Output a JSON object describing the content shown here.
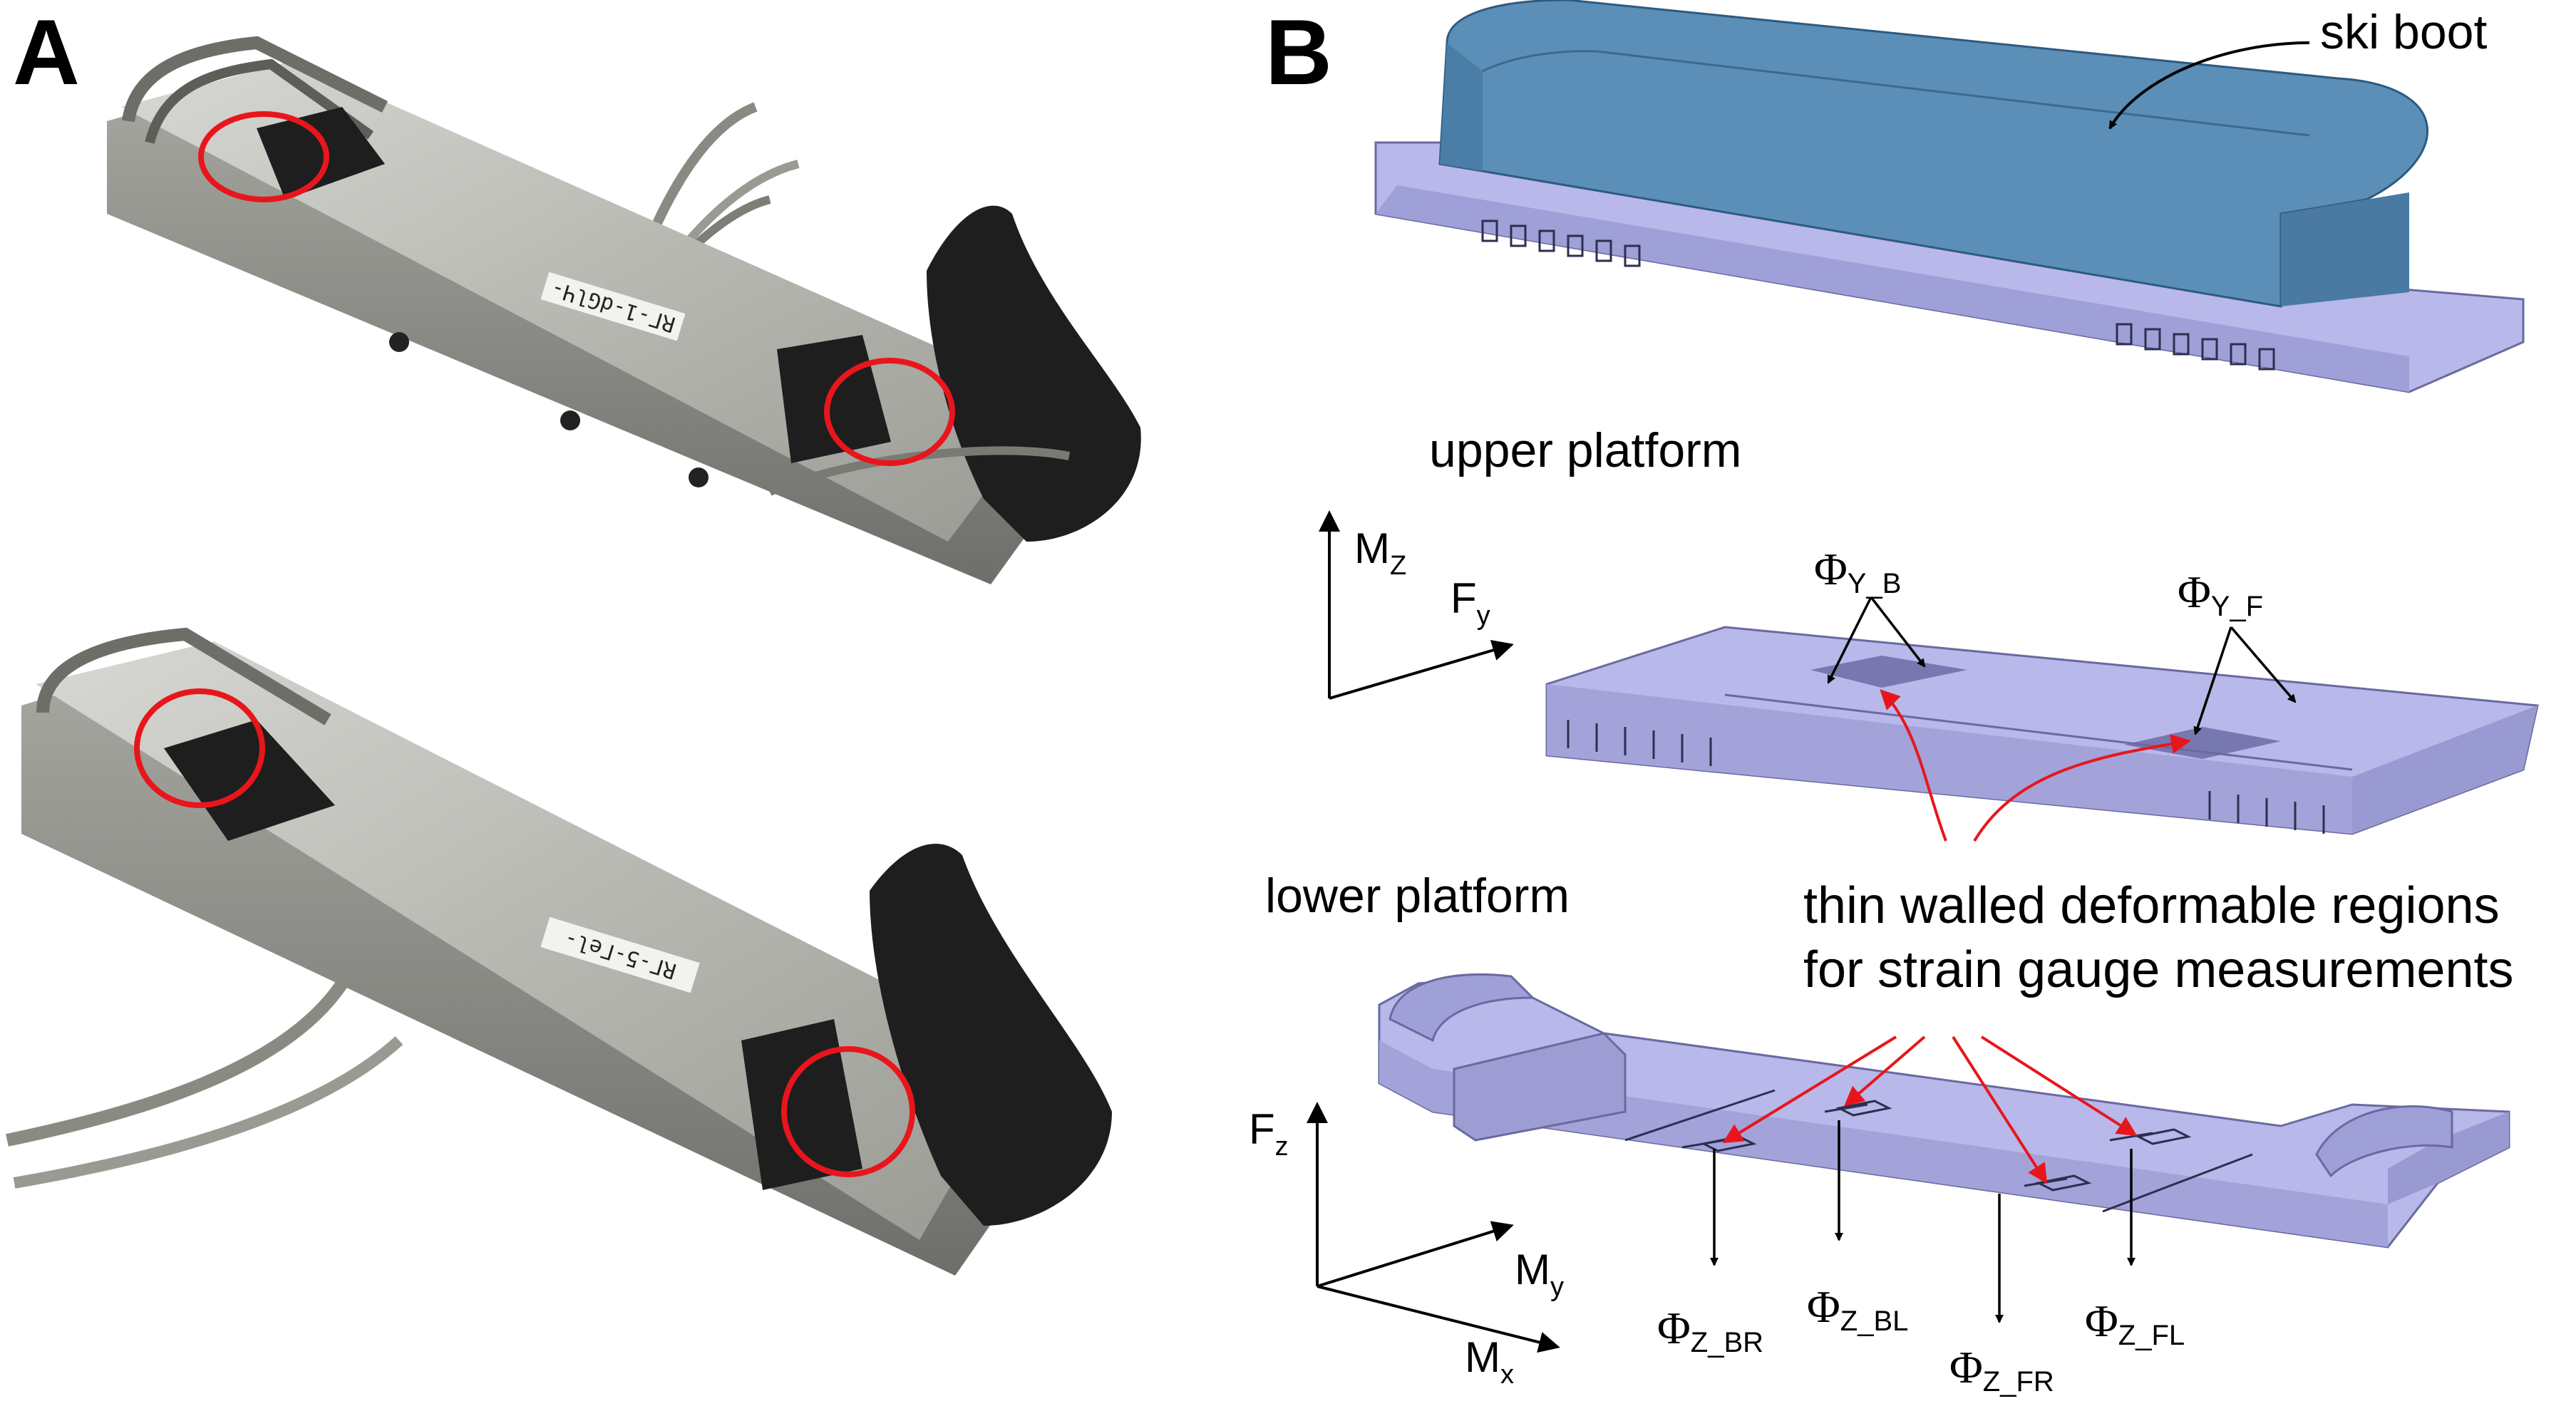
{
  "panels": {
    "a": "A",
    "b": "B"
  },
  "labels": {
    "ski_boot": "ski boot",
    "upper_platform": "upper platform",
    "lower_platform": "lower platform",
    "thin_walled_line1": "thin walled deformable regions",
    "thin_walled_line2": "for strain gauge measurements"
  },
  "photo_tapes": {
    "top": "RГ-1-dGlЧ-",
    "bottom": "RГ-5-Гel-"
  },
  "phi_symbol": "Φ",
  "gauges": {
    "y_b": "Y_B",
    "y_f": "Y_F",
    "z_br": "Z_BR",
    "z_bl": "Z_BL",
    "z_fr": "Z_FR",
    "z_fl": "Z_FL"
  },
  "axes_upper": {
    "mz": {
      "base": "M",
      "sub": "Z"
    },
    "fy": {
      "base": "F",
      "sub": "y"
    }
  },
  "axes_lower": {
    "fz": {
      "base": "F",
      "sub": "z"
    },
    "my": {
      "base": "M",
      "sub": "y"
    },
    "mx": {
      "base": "M",
      "sub": "x"
    }
  },
  "colors": {
    "ski_boot": "#5b8fb8",
    "platform": "#b8b8ea",
    "platform_dark": "#8f8fc8",
    "highlight_circle": "#e8161c",
    "pointer_arrow": "#e8161c",
    "foam": "#1e1e1e"
  }
}
